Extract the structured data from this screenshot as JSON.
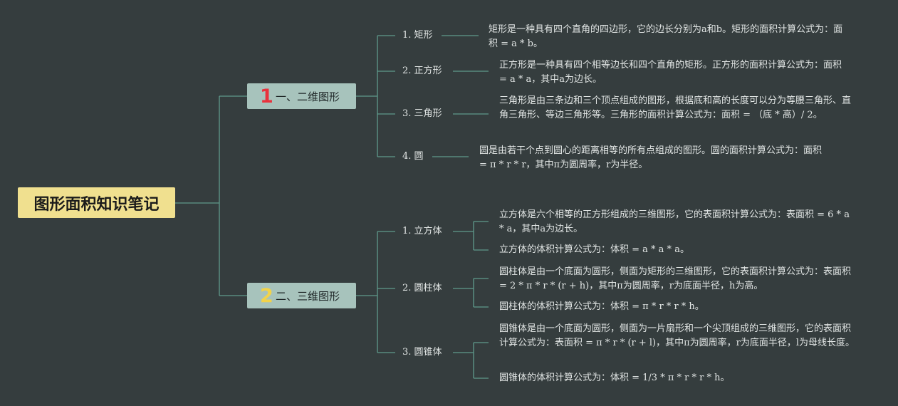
{
  "root": {
    "title": "图形面积知识笔记"
  },
  "branches": [
    {
      "number": "1",
      "number_color": "#e8323c",
      "label": "一、二维图形",
      "topics": [
        {
          "label": "1. 矩形",
          "notes": [
            "矩形是一种具有四个直角的四边形，它的边长分别为a和b。矩形的面积计算公式为：面积 = a * b。"
          ]
        },
        {
          "label": "2. 正方形",
          "notes": [
            "正方形是一种具有四个相等边长和四个直角的矩形。正方形的面积计算公式为：面积 = a * a，其中a为边长。"
          ]
        },
        {
          "label": "3. 三角形",
          "notes": [
            "三角形是由三条边和三个顶点组成的图形，根据底和高的长度可以分为等腰三角形、直角三角形、等边三角形等。三角形的面积计算公式为：面积 = （底 * 高）/ 2。"
          ]
        },
        {
          "label": "4. 圆",
          "notes": [
            "圆是由若干个点到圆心的距离相等的所有点组成的图形。圆的面积计算公式为：面积 = π * r * r，其中π为圆周率，r为半径。"
          ]
        }
      ]
    },
    {
      "number": "2",
      "number_color": "#f2d34a",
      "label": "二、三维图形",
      "topics": [
        {
          "label": "1. 立方体",
          "notes": [
            "立方体是六个相等的正方形组成的三维图形，它的表面积计算公式为：表面积 = 6 * a * a，其中a为边长。",
            "立方体的体积计算公式为：体积 = a * a * a。"
          ]
        },
        {
          "label": "2. 圆柱体",
          "notes": [
            "圆柱体是由一个底面为圆形，侧面为矩形的三维图形，它的表面积计算公式为：表面积 = 2 * π * r * (r + h)，其中π为圆周率，r为底面半径，h为高。",
            "圆柱体的体积计算公式为：体积 = π * r * r * h。"
          ]
        },
        {
          "label": "3. 圆锥体",
          "notes": [
            "圆锥体是由一个底面为圆形，侧面为一片扇形和一个尖顶组成的三维图形，它的表面积计算公式为：表面积 = π * r * (r + l)，其中π为圆周率，r为底面半径，l为母线长度。",
            "圆锥体的体积计算公式为：体积 = 1/3 * π * r * r * h。"
          ]
        }
      ]
    }
  ],
  "colors": {
    "background": "#353d3e",
    "connector": "#5f9a8c",
    "root_fill": "#f0e08f",
    "branch_fill": "#a7c3bc",
    "text": "#e2e6e5"
  }
}
